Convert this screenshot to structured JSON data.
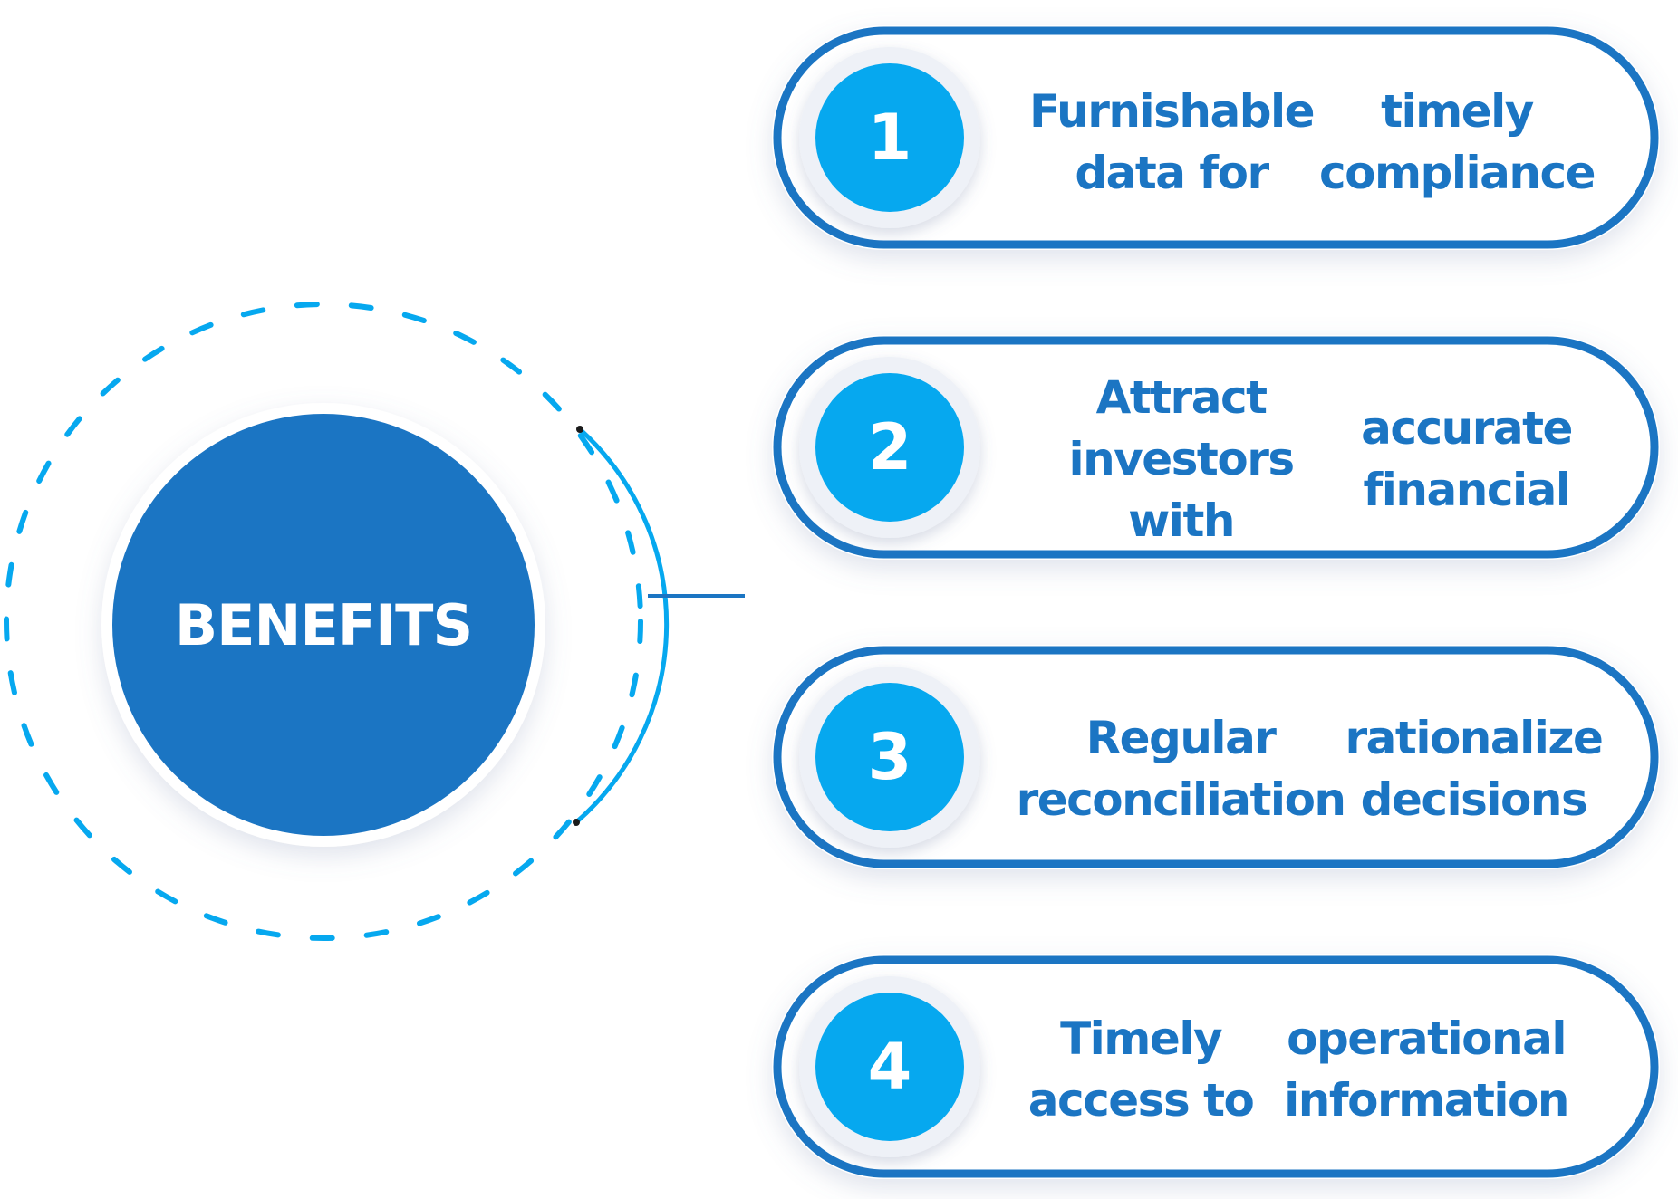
{
  "center": {
    "label": "BENEFITS"
  },
  "benefits": [
    {
      "number": "1",
      "line1": "Furnishable data for",
      "line2": "timely compliance"
    },
    {
      "number": "2",
      "line1": "Attract investors with",
      "line2": "accurate financial"
    },
    {
      "number": "3",
      "line1": "Regular reconciliation",
      "line2": "rationalize decisions"
    },
    {
      "number": "4",
      "line1": "Timely access to",
      "line2": "operational information"
    }
  ],
  "colors": {
    "primary_blue": "#1b75c3",
    "accent_cyan": "#06a8ef",
    "text_blue": "#1b75c3",
    "background": "#ffffff"
  }
}
